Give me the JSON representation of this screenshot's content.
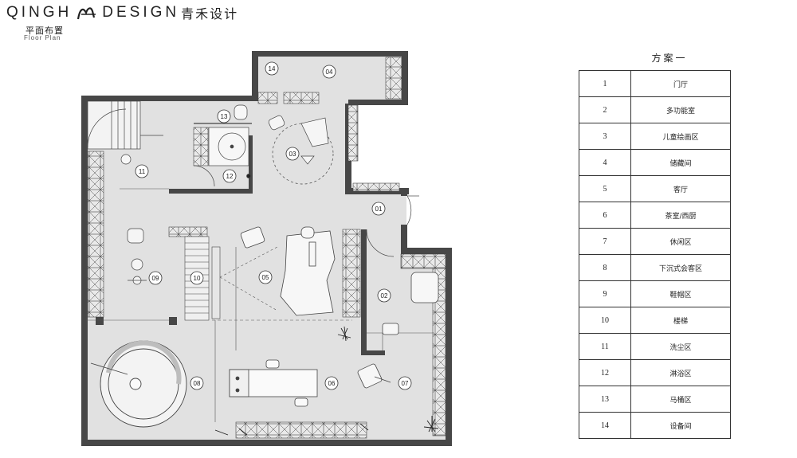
{
  "brand": {
    "left": "QINGH",
    "right": "DESIGN",
    "cn": "青禾设计"
  },
  "plan": {
    "title": "平面布置",
    "subtitle": "Floor Plan"
  },
  "room_labels": [
    "01",
    "02",
    "03",
    "04",
    "05",
    "06",
    "07",
    "08",
    "09",
    "10",
    "11",
    "12",
    "13",
    "14"
  ],
  "legend": {
    "title": "方案一",
    "rows": [
      {
        "num": "1",
        "name": "门厅"
      },
      {
        "num": "2",
        "name": "多功能室"
      },
      {
        "num": "3",
        "name": "儿童绘画区"
      },
      {
        "num": "4",
        "name": "储藏间"
      },
      {
        "num": "5",
        "name": "客厅"
      },
      {
        "num": "6",
        "name": "茶室/西厨"
      },
      {
        "num": "7",
        "name": "休闲区"
      },
      {
        "num": "8",
        "name": "下沉式会客区"
      },
      {
        "num": "9",
        "name": "鞋帽区"
      },
      {
        "num": "10",
        "name": "楼梯"
      },
      {
        "num": "11",
        "name": "洗尘区"
      },
      {
        "num": "12",
        "name": "淋浴区"
      },
      {
        "num": "13",
        "name": "马桶区"
      },
      {
        "num": "14",
        "name": "设备间"
      }
    ]
  },
  "colors": {
    "wall": "#454545",
    "floor": "#e0e0e0",
    "line": "#333333"
  }
}
